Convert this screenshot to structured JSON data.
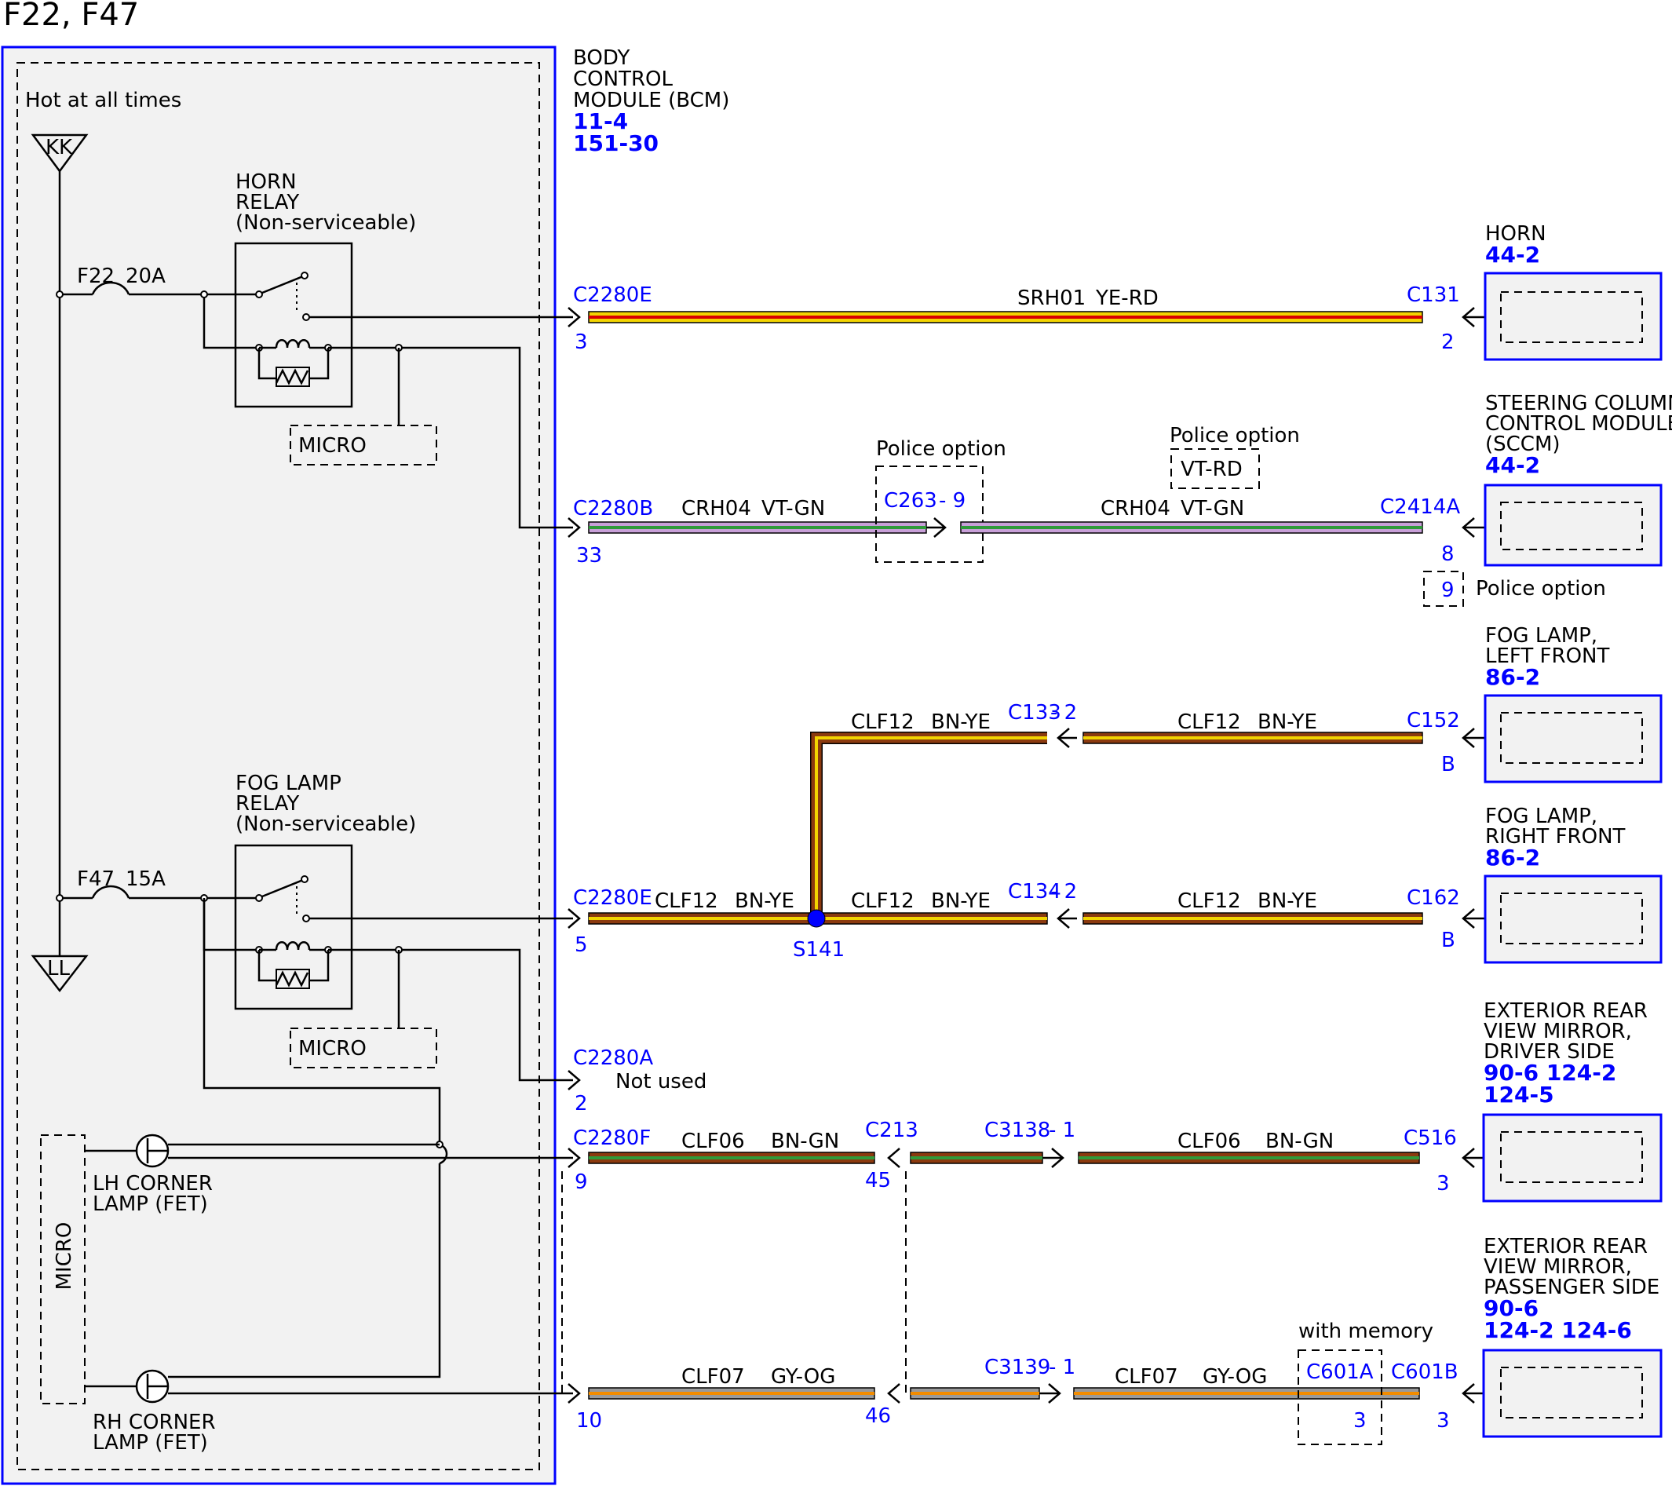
{
  "title": "F22, F47",
  "colors": {
    "frame": "#0000ff",
    "panel": "#f2f2f2",
    "link": "#0000ff"
  },
  "bcm": {
    "hot_label": "Hot at all times",
    "name_lines": [
      "BODY",
      "CONTROL",
      "MODULE (BCM)"
    ],
    "refs": [
      "11-4",
      "151-30"
    ],
    "kk": "KK",
    "ll": "LL",
    "horn_relay_lines": [
      "HORN",
      "RELAY",
      "(Non-serviceable)"
    ],
    "fog_relay_lines": [
      "FOG LAMP",
      "RELAY",
      "(Non-serviceable)"
    ],
    "f22_label": "F22",
    "f22_rating": "20A",
    "f47_label": "F47",
    "f47_rating": "15A",
    "micro": "MICRO",
    "lh_corner_lines": [
      "LH CORNER",
      "LAMP (FET)"
    ],
    "rh_corner_lines": [
      "RH CORNER",
      "LAMP (FET)"
    ]
  },
  "components": {
    "horn": {
      "name_lines": [
        "HORN"
      ],
      "refs": [
        "44-2"
      ]
    },
    "sccm": {
      "name_lines": [
        "STEERING COLUMN",
        "CONTROL MODULE",
        "(SCCM)"
      ],
      "refs": [
        "44-2"
      ]
    },
    "fog_lf": {
      "name_lines": [
        "FOG LAMP,",
        "LEFT FRONT"
      ],
      "refs": [
        "86-2"
      ]
    },
    "fog_rf": {
      "name_lines": [
        "FOG LAMP,",
        "RIGHT FRONT"
      ],
      "refs": [
        "86-2"
      ]
    },
    "mirror_driver": {
      "name_lines": [
        "EXTERIOR REAR",
        "VIEW MIRROR,",
        "DRIVER SIDE"
      ],
      "refs": [
        "90-6  124-2",
        "124-5"
      ]
    },
    "mirror_pass": {
      "name_lines": [
        "EXTERIOR REAR",
        "VIEW MIRROR,",
        "PASSENGER SIDE"
      ],
      "refs": [
        "90-6",
        "124-2 124-6"
      ]
    }
  },
  "circuits": {
    "horn": {
      "circuit": "SRH01",
      "color": "YE-RD",
      "bcm_conn": "C2280E",
      "bcm_pin": "3",
      "end_conn": "C131",
      "end_pin": "2"
    },
    "sccm": {
      "circuit": "CRH04",
      "color": "VT-GN",
      "bcm_conn": "C2280B",
      "bcm_pin": "33",
      "inline_conn": "C263",
      "inline_pin": "- 9",
      "end_conn": "C2414A",
      "end_pin": "8",
      "police_option": "Police option",
      "police_alt_color": "VT-RD",
      "police_alt_pin": "9"
    },
    "fog": {
      "circuit": "CLF12",
      "color": "BN-YE",
      "bcm_conn": "C2280E",
      "bcm_pin": "5",
      "splice": "S141",
      "lf_inline_conn": "C133",
      "lf_inline_pin": "- 2",
      "lf_end_conn": "C152",
      "lf_end_pin": "B",
      "rf_inline_conn": "C134",
      "rf_inline_pin": "- 2",
      "rf_end_conn": "C162",
      "rf_end_pin": "B"
    },
    "unused": {
      "bcm_conn": "C2280A",
      "bcm_pin": "2",
      "note": "Not used"
    },
    "mirror_driver": {
      "circuit": "CLF06",
      "color": "BN-GN",
      "bcm_conn": "C2280F",
      "bcm_pin": "9",
      "c1_conn": "C213",
      "c1_pin": "45",
      "c2_conn": "C3138",
      "c2_pin": "- 1",
      "end_conn": "C516",
      "end_pin": "3"
    },
    "mirror_pass": {
      "circuit": "CLF07",
      "color": "GY-OG",
      "bcm_pin": "10",
      "c1_pin": "46",
      "c2_conn": "C3139",
      "c2_pin": "- 1",
      "memory_note": "with memory",
      "mem_conn": "C601A",
      "mem_pin": "3",
      "end_conn": "C601B",
      "end_pin": "3"
    }
  }
}
